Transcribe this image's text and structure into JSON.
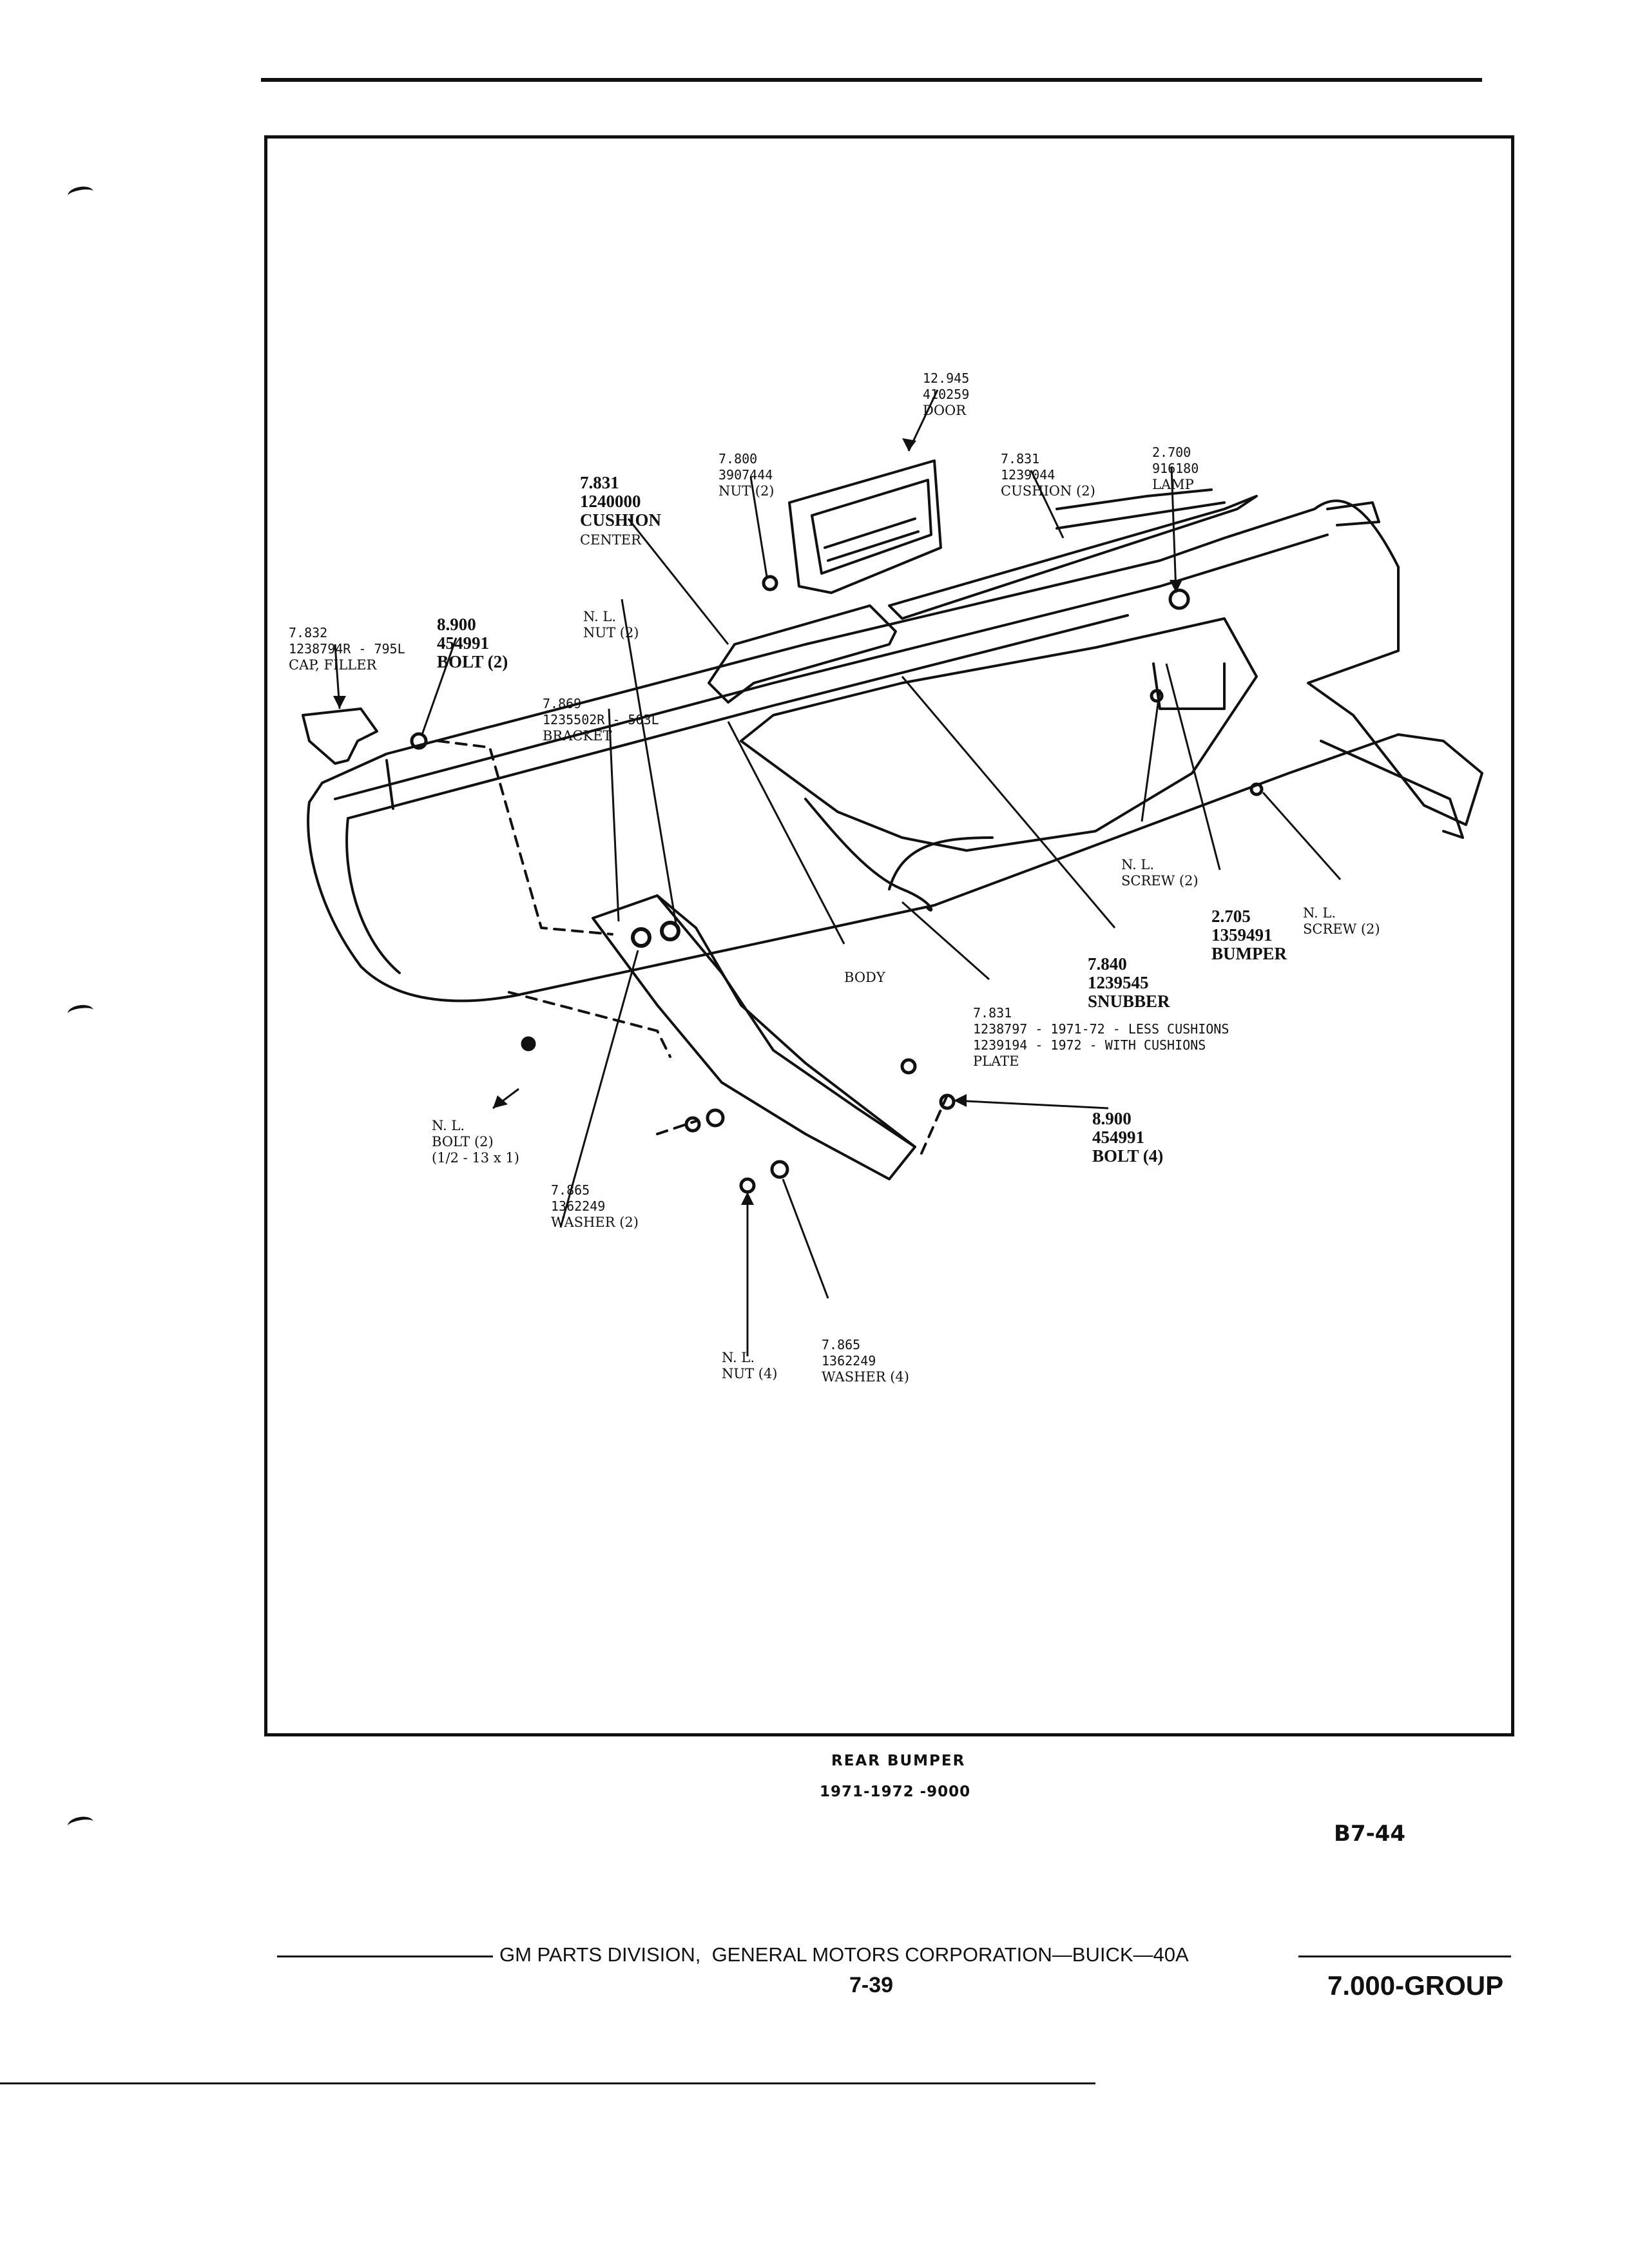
{
  "labels": {
    "door": [
      "12.945",
      "410259",
      "DOOR"
    ],
    "nut_3907444": [
      "7.800",
      "3907444",
      "NUT (2)"
    ],
    "cushion_1239044": [
      "7.831",
      "1239044",
      "CUSHION (2)"
    ],
    "lamp": [
      "2.700",
      "916180",
      "LAMP"
    ],
    "cushion_center": [
      "7.831",
      "1240000",
      "CUSHION",
      "CENTER"
    ],
    "nl_nut_2": [
      "N. L.",
      "NUT (2)"
    ],
    "cap_filler": [
      "7.832",
      "1238794R - 795L",
      "CAP, FILLER"
    ],
    "bolt_2": [
      "8.900",
      "454991",
      "BOLT (2)"
    ],
    "bracket": [
      "7.869",
      "1235502R - 503L",
      "BRACKET"
    ],
    "nl_screw_2_a": [
      "N. L.",
      "SCREW (2)"
    ],
    "bumper": [
      "2.705",
      "1359491",
      "BUMPER"
    ],
    "nl_screw_2_b": [
      "N. L.",
      "SCREW (2)"
    ],
    "snubber": [
      "7.840",
      "1239545",
      "SNUBBER"
    ],
    "body": "BODY",
    "plate": [
      "7.831",
      "1238797 - 1971-72 - LESS CUSHIONS",
      "1239194 - 1972 - WITH CUSHIONS",
      "PLATE"
    ],
    "nl_bolt": [
      "N. L.",
      "BOLT (2)",
      "(1/2 - 13 x 1)"
    ],
    "bolt_4": [
      "8.900",
      "454991",
      "BOLT (4)"
    ],
    "washer_2": [
      "7.865",
      "1362249",
      "WASHER (2)"
    ],
    "nl_nut_4": [
      "N. L.",
      "NUT (4)"
    ],
    "washer_4": [
      "7.865",
      "1362249",
      "WASHER (4)"
    ]
  },
  "caption": {
    "title": "REAR BUMPER",
    "subtitle": "1971-1972 -9000"
  },
  "figure_code": "B7-44",
  "footer": {
    "division": "GM PARTS DIVISION,  GENERAL MOTORS CORPORATION—BUICK—40A",
    "page": "7-39",
    "group": "7.000-GROUP"
  }
}
